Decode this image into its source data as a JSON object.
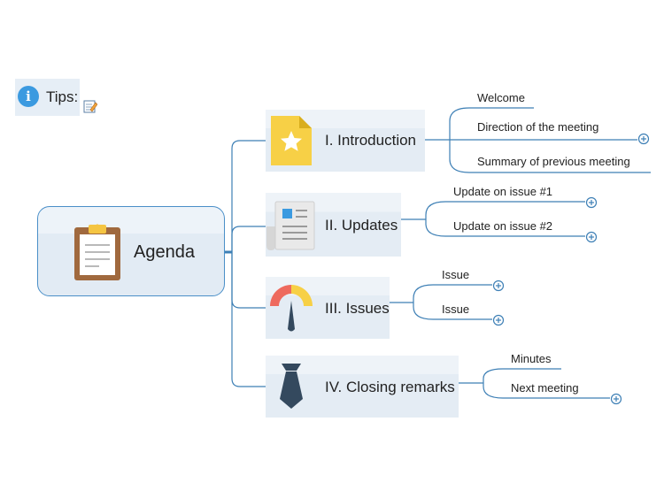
{
  "tips": {
    "label": "Tips:",
    "info_icon": "info-icon",
    "note_icon": "note-edit-icon"
  },
  "central": {
    "label": "Agenda",
    "icon": "clipboard-icon"
  },
  "topics": [
    {
      "label": "I. Introduction",
      "icon": "star-document-icon",
      "subtopics": [
        {
          "label": "Welcome",
          "expandable": false
        },
        {
          "label": "Direction of the meeting",
          "expandable": true
        },
        {
          "label": "Summary of previous meeting",
          "expandable": false
        }
      ]
    },
    {
      "label": "II. Updates",
      "icon": "newspaper-icon",
      "subtopics": [
        {
          "label": "Update on issue #1",
          "expandable": true
        },
        {
          "label": "Update on issue #2",
          "expandable": true
        }
      ]
    },
    {
      "label": "III. Issues",
      "icon": "gauge-icon",
      "subtopics": [
        {
          "label": "Issue",
          "expandable": true
        },
        {
          "label": "Issue",
          "expandable": true
        }
      ]
    },
    {
      "label": "IV. Closing remarks",
      "icon": "necktie-icon",
      "subtopics": [
        {
          "label": "Minutes",
          "expandable": false
        },
        {
          "label": "Next meeting",
          "expandable": true
        }
      ]
    }
  ],
  "colors": {
    "connector": "#3d7fb5",
    "central_border": "#4a8fc8",
    "topic_bg": "#e4ecf4",
    "info_blue": "#3b9ae0"
  }
}
